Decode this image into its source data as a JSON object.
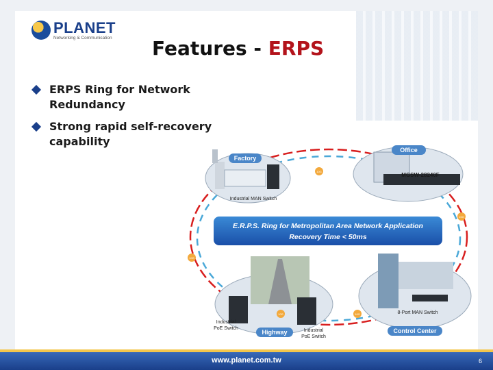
{
  "logo": {
    "text": "PLANET",
    "subtext": "Networking & Communication"
  },
  "title": {
    "main": "Features - ",
    "accent": "ERPS"
  },
  "bullets": [
    {
      "line1": "ERPS Ring for Network",
      "line2": "Redundancy"
    },
    {
      "line1": "Strong rapid self-recovery",
      "line2": "capability"
    }
  ],
  "diagram": {
    "banner_line1": "E.R.P.S. Ring for Metropolitan Area Network Application",
    "banner_line2": "Recovery Time < 50ms",
    "labels": {
      "factory": "Factory",
      "office": "Office",
      "highway": "Highway",
      "control_center": "Control Center"
    },
    "devices": {
      "office_switch": "MGSW-28240F",
      "industrial_man": "Industrial MAN Switch",
      "industrial_poe_1_line1": "Industrial",
      "industrial_poe_1_line2": "PoE Switch",
      "industrial_poe_2_line1": "Industrial",
      "industrial_poe_2_line2": "PoE Switch",
      "eight_port": "8-Port MAN Switch"
    },
    "link_label": "10G"
  },
  "footer": {
    "url": "www.planet.com.tw",
    "page": "6"
  },
  "colors": {
    "brand_blue": "#1a3f8a",
    "accent_red": "#b3131b",
    "ring_red": "#d81e1e",
    "ring_blue": "#4aa8d8"
  }
}
